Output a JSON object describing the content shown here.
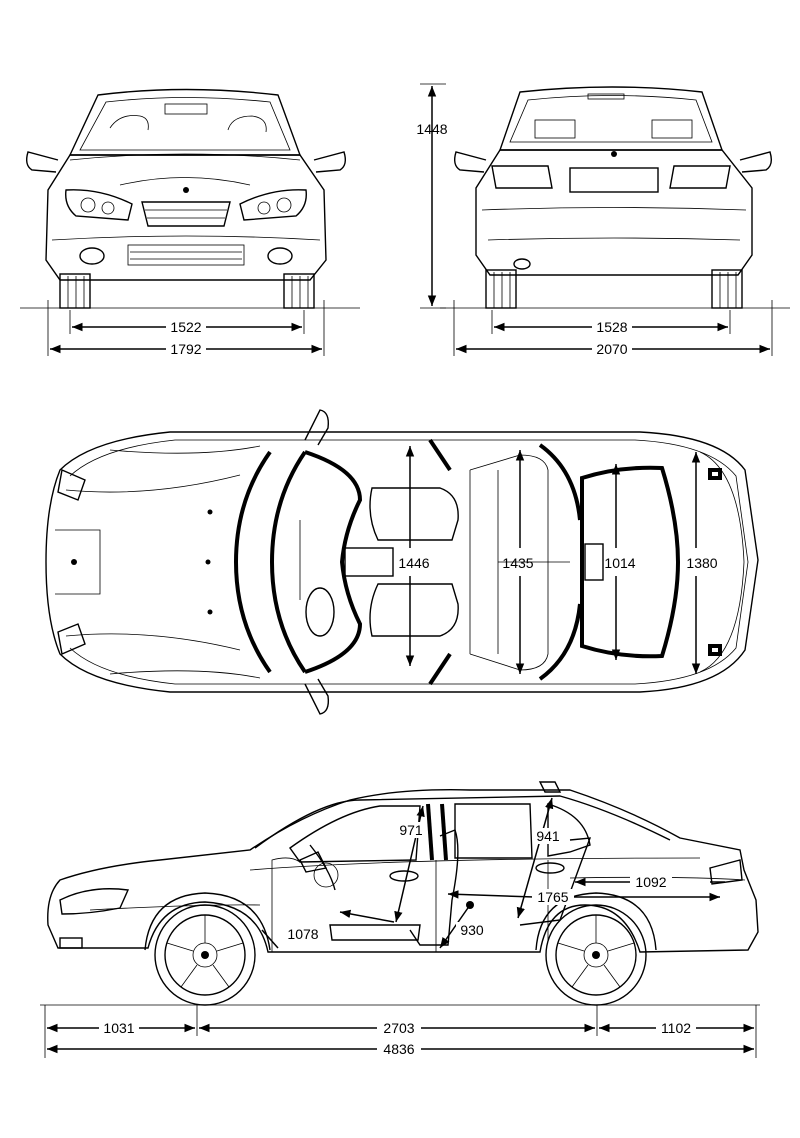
{
  "dimensions": {
    "front_track": "1522",
    "front_width": "1792",
    "height": "1448",
    "rear_track": "1528",
    "width_mirrors": "2070",
    "interior_front_width": "1446",
    "interior_rear_width": "1435",
    "trunk_opening_width": "1014",
    "trunk_width": "1380",
    "front_headroom": "971",
    "rear_headroom": "941",
    "trunk_length": "1092",
    "cabin_length": "1765",
    "front_legroom": "1078",
    "rear_legroom": "930",
    "front_overhang": "1031",
    "wheelbase": "2703",
    "rear_overhang": "1102",
    "overall_length": "4836"
  },
  "views": [
    "front-view",
    "rear-view",
    "top-view",
    "side-view"
  ],
  "colors": {
    "line": "#000000",
    "background": "#ffffff"
  }
}
